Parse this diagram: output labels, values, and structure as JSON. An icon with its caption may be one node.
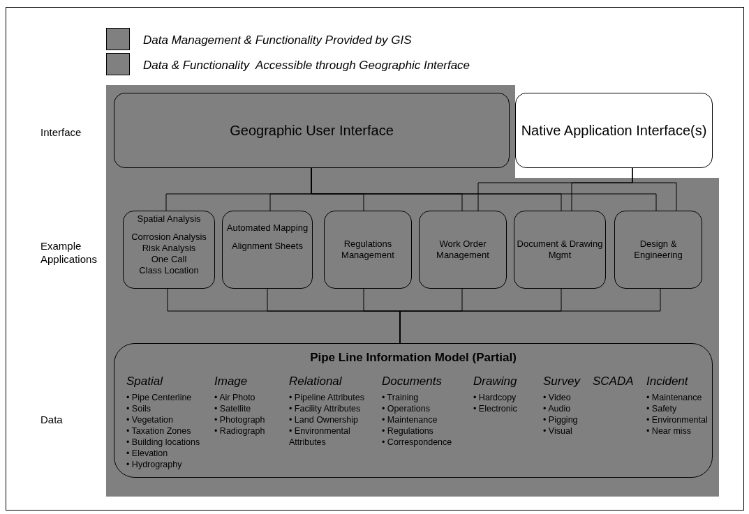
{
  "diagram": {
    "nodes": [
      {
        "text": [
          "Geographic User Interface"
        ]
      },
      {
        "text": [
          "Native Application Interface(s)"
        ]
      },
      {
        "text": [
          "Spatial Analysis",
          "Corrosion Analysis",
          "Risk Analysis",
          "One Call",
          "Class Location"
        ]
      },
      {
        "text": [
          "Automated Mapping",
          "Alignment Sheets"
        ]
      },
      {
        "text": [
          "Regulations Management"
        ]
      },
      {
        "text": [
          "Work Order Management"
        ]
      },
      {
        "text": [
          "Document & Drawing Mgmt"
        ]
      },
      {
        "text": [
          "Design & Engineering"
        ]
      },
      {
        "text": [
          "Pipe Line Information Model (Partial)",
          "Spatial",
          "• Pipe Centerline",
          "• Soils",
          "• Vegetation",
          "• Taxation Zones",
          "• Building locations",
          "• Elevation",
          "• Hydrography",
          "Image",
          "• Air Photo",
          "• Satellite",
          "• Photograph",
          "• Radiograph",
          "Relational",
          "• Pipeline Attributes",
          "• Facility Attributes",
          "• Land Ownership",
          "• Environmental Attributes",
          "Documents",
          "• Training",
          "• Operations",
          "• Maintenance",
          "• Regulations",
          "• Correspondence",
          "Drawing",
          "• Hardcopy",
          "• Electronic",
          "Survey",
          "• Video",
          "• Audio",
          "• Pigging",
          "• Visual",
          "SCADA",
          "Incident",
          "• Maintenance",
          "• Safety",
          "• Environmental",
          "• Near miss"
        ]
      }
    ],
    "edges": [
      {
        "from": 0,
        "to": 2,
        "arrow": "none"
      },
      {
        "from": 0,
        "to": 3,
        "arrow": "none"
      },
      {
        "from": 0,
        "to": 4,
        "arrow": "none"
      },
      {
        "from": 0,
        "to": 5,
        "arrow": "none"
      },
      {
        "from": 0,
        "to": 6,
        "arrow": "none"
      },
      {
        "from": 0,
        "to": 7,
        "arrow": "none"
      },
      {
        "from": 1,
        "to": 5,
        "arrow": "none"
      },
      {
        "from": 1,
        "to": 6,
        "arrow": "none"
      },
      {
        "from": 1,
        "to": 7,
        "arrow": "none"
      },
      {
        "from": 2,
        "to": 8,
        "arrow": "none"
      },
      {
        "from": 3,
        "to": 8,
        "arrow": "none"
      },
      {
        "from": 4,
        "to": 8,
        "arrow": "none"
      },
      {
        "from": 5,
        "to": 8,
        "arrow": "none"
      },
      {
        "from": 6,
        "to": 8,
        "arrow": "none"
      },
      {
        "from": 7,
        "to": 8,
        "arrow": "none"
      }
    ],
    "labels": [
      "Interface",
      "Example Applications",
      "Data"
    ],
    "legend": [
      {
        "text": "Data Management & Functionality Provided by GIS",
        "color": "#808080"
      },
      {
        "text": "Data & Functionality  Accessible through Geographic Interface",
        "color": "#808080"
      }
    ]
  }
}
